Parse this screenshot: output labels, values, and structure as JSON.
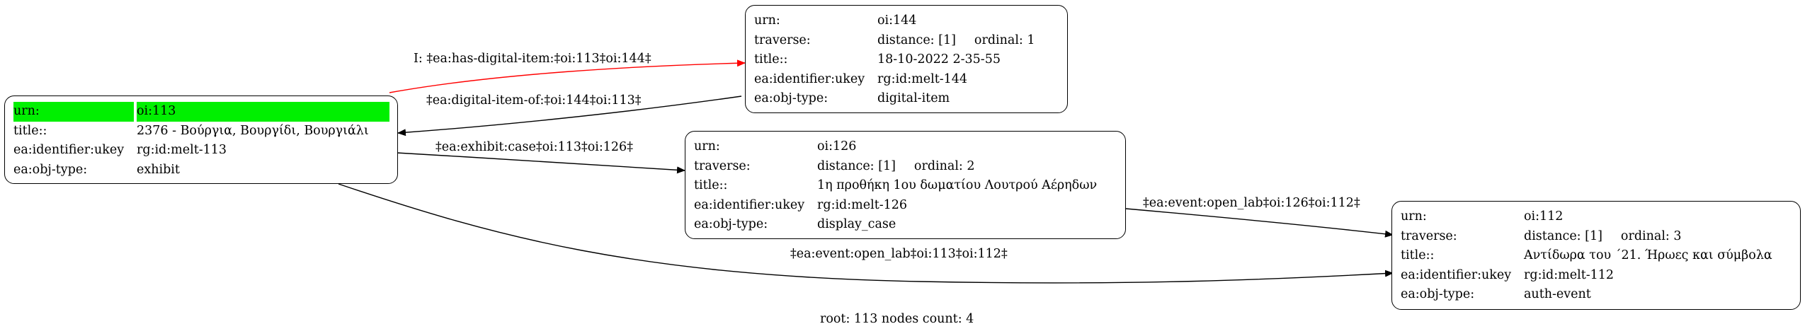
{
  "nodes": {
    "n113": {
      "rows": [
        {
          "key": "urn:",
          "value": "oi:113"
        },
        {
          "key": "title::",
          "value": "2376 - Βούργια, Βουργίδι, Βουργιάλι"
        },
        {
          "key": "ea:identifier:ukey",
          "value": "rg:id:melt-113"
        },
        {
          "key": "ea:obj-type:",
          "value": "exhibit"
        }
      ]
    },
    "n144": {
      "rows": [
        {
          "key": "urn:",
          "value": "oi:144"
        },
        {
          "key": "traverse:",
          "value": "distance: [1]",
          "value2": "ordinal: 1"
        },
        {
          "key": "title::",
          "value": "18-10-2022 2-35-55"
        },
        {
          "key": "ea:identifier:ukey",
          "value": "rg:id:melt-144"
        },
        {
          "key": "ea:obj-type:",
          "value": "digital-item"
        }
      ]
    },
    "n126": {
      "rows": [
        {
          "key": "urn:",
          "value": "oi:126"
        },
        {
          "key": "traverse:",
          "value": "distance: [1]",
          "value2": "ordinal: 2"
        },
        {
          "key": "title::",
          "value": "1η προθήκη 1ου δωματίου Λουτρού Αέρηδων"
        },
        {
          "key": "ea:identifier:ukey",
          "value": "rg:id:melt-126"
        },
        {
          "key": "ea:obj-type:",
          "value": "display_case"
        }
      ]
    },
    "n112": {
      "rows": [
        {
          "key": "urn:",
          "value": "oi:112"
        },
        {
          "key": "traverse:",
          "value": "distance: [1]",
          "value2": "ordinal: 3"
        },
        {
          "key": "title::",
          "value": "Αντίδωρα του ΄21. Ήρωες και σύμβολα"
        },
        {
          "key": "ea:identifier:ukey",
          "value": "rg:id:melt-112"
        },
        {
          "key": "ea:obj-type:",
          "value": "auth-event"
        }
      ]
    }
  },
  "edges": {
    "has_digital_item": {
      "label": "I: ‡ea:has-digital-item:‡oi:113‡oi:144‡",
      "color": "#ff0000"
    },
    "digital_item_of": {
      "label": "‡ea:digital-item-of:‡oi:144‡oi:113‡",
      "color": "#000000"
    },
    "exhibit_case": {
      "label": "‡ea:exhibit:case‡oi:113‡oi:126‡",
      "color": "#000000"
    },
    "open_lab_126": {
      "label": "‡ea:event:open_lab‡oi:126‡oi:112‡",
      "color": "#000000"
    },
    "open_lab_113": {
      "label": "‡ea:event:open_lab‡oi:113‡oi:112‡",
      "color": "#000000"
    }
  },
  "highlight_color": "#00f000",
  "footer": "root: 113 nodes count: 4"
}
